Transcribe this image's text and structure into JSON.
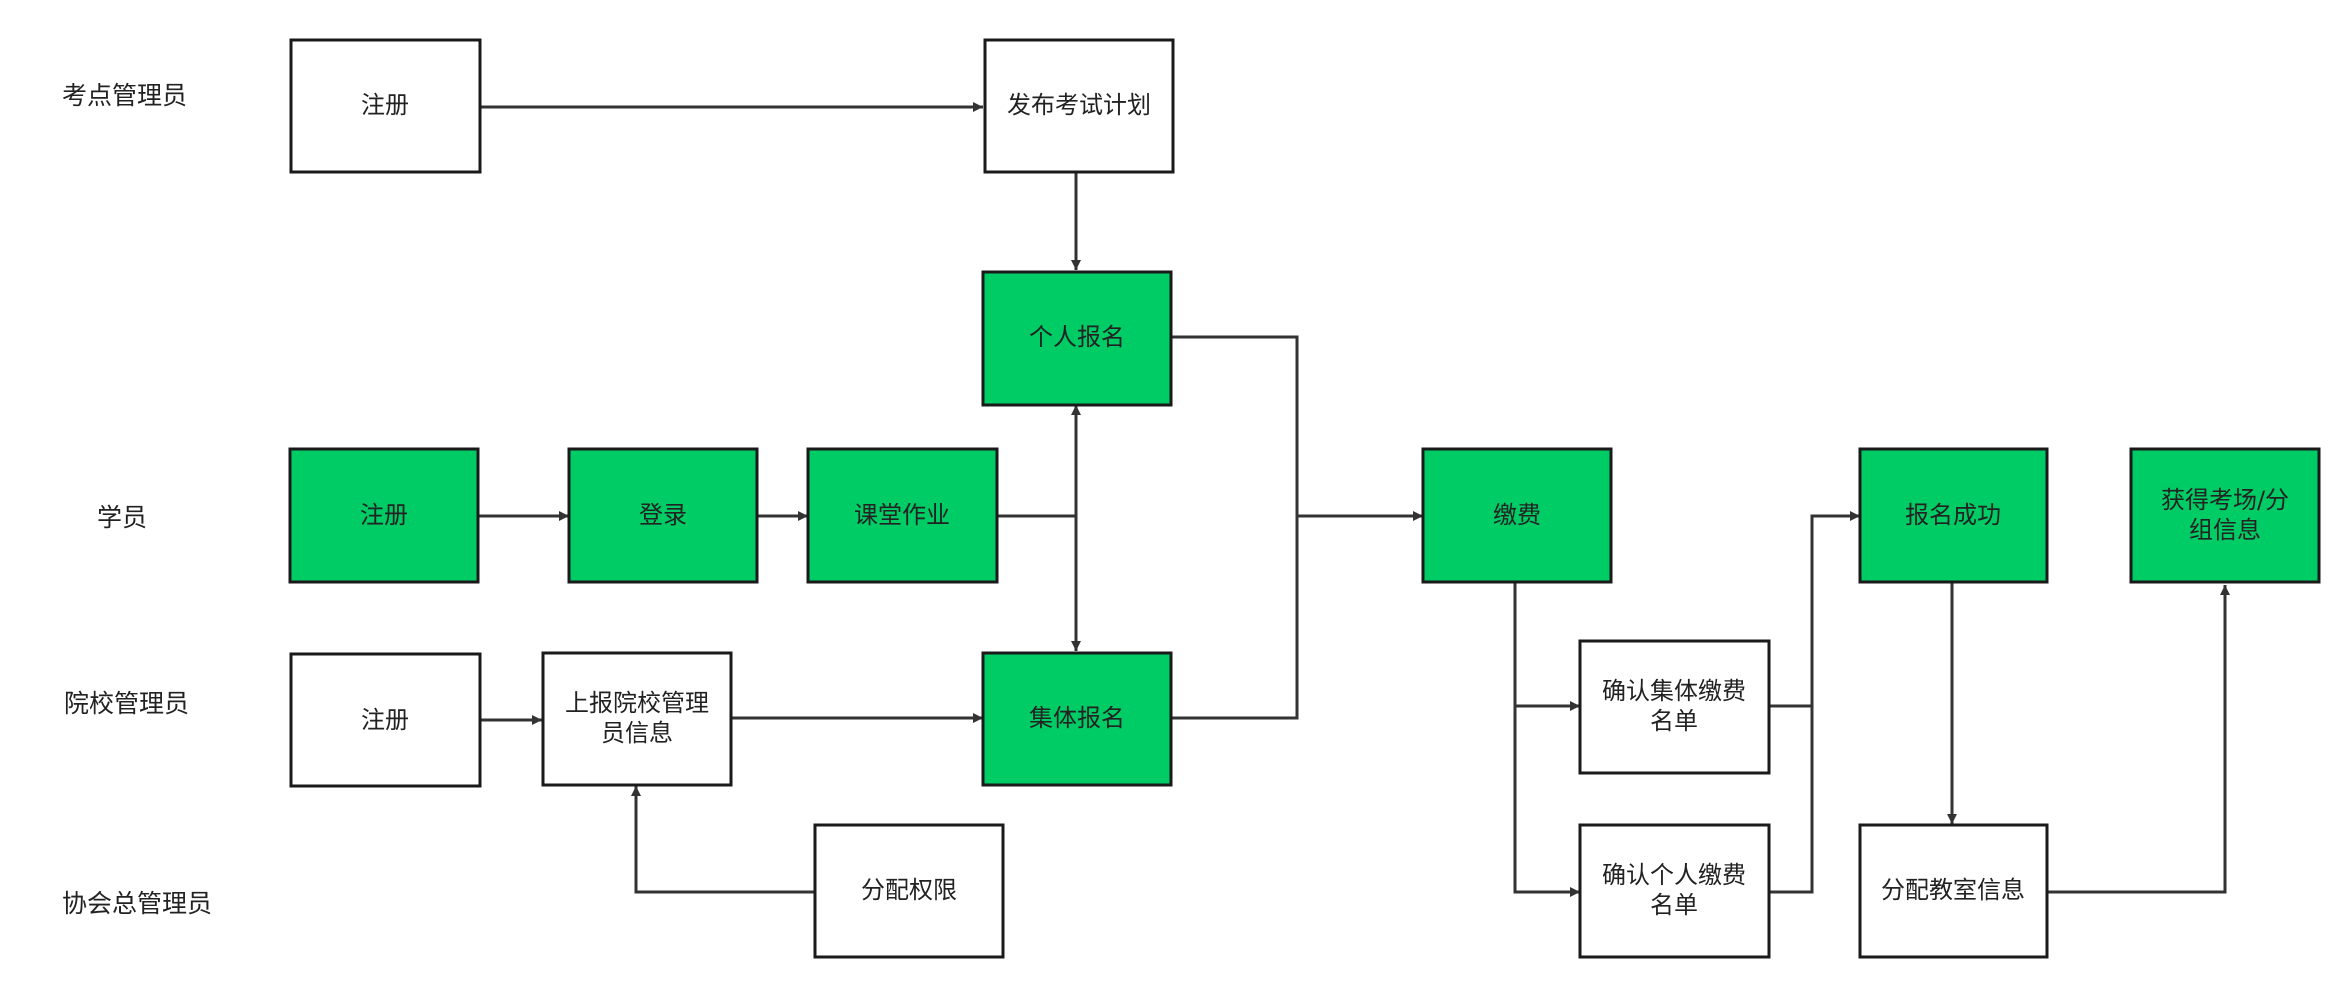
{
  "colors": {
    "highlight": "#00CC66",
    "plain": "#FFFFFF",
    "border": "#1A1A1A",
    "line": "#333333"
  },
  "lanes": [
    {
      "id": "lane-exam-site-admin",
      "label": "考点管理员"
    },
    {
      "id": "lane-student",
      "label": "学员"
    },
    {
      "id": "lane-school-admin",
      "label": "院校管理员"
    },
    {
      "id": "lane-association-admin",
      "label": "协会总管理员"
    }
  ],
  "nodes": {
    "site_register": {
      "lines": [
        "注册"
      ],
      "highlight": false
    },
    "publish_plan": {
      "lines": [
        "发布考试计划"
      ],
      "highlight": false
    },
    "individual_signup": {
      "lines": [
        "个人报名"
      ],
      "highlight": true
    },
    "student_register": {
      "lines": [
        "注册"
      ],
      "highlight": true
    },
    "login": {
      "lines": [
        "登录"
      ],
      "highlight": true
    },
    "homework": {
      "lines": [
        "课堂作业"
      ],
      "highlight": true
    },
    "payment": {
      "lines": [
        "缴费"
      ],
      "highlight": true
    },
    "signup_success": {
      "lines": [
        "报名成功"
      ],
      "highlight": true
    },
    "get_room_info": {
      "lines": [
        "获得考场/分",
        "组信息"
      ],
      "highlight": true
    },
    "school_register": {
      "lines": [
        "注册"
      ],
      "highlight": false
    },
    "report_school_admin": {
      "lines": [
        "上报院校管理",
        "员信息"
      ],
      "highlight": false
    },
    "group_signup": {
      "lines": [
        "集体报名"
      ],
      "highlight": true
    },
    "confirm_group_payment": {
      "lines": [
        "确认集体缴费",
        "名单"
      ],
      "highlight": false
    },
    "assign_permission": {
      "lines": [
        "分配权限"
      ],
      "highlight": false
    },
    "confirm_individual_payment": {
      "lines": [
        "确认个人缴费",
        "名单"
      ],
      "highlight": false
    },
    "assign_classroom": {
      "lines": [
        "分配教室信息"
      ],
      "highlight": false
    }
  }
}
